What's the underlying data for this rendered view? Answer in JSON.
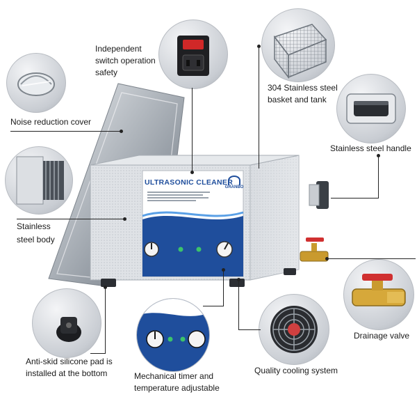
{
  "product": {
    "panel_title": "ULTRASONIC CLEANER",
    "brand": "GRANBO"
  },
  "features": {
    "independent_switch": "Independent\nswitch operation\nsafety",
    "noise_cover": "Noise reduction cover",
    "basket_tank": "304 Stainless steel\nbasket and tank",
    "handle": "Stainless steel handle",
    "body": "Stainless\nsteel body",
    "drainage": "Drainage valve",
    "pad": "Anti-skid silicone pad is\ninstalled at the bottom",
    "timer": "Mechanical timer and\ntemperature adjustable",
    "cooling": "Quality cooling system"
  },
  "colors": {
    "panel_blue": "#1f4e9c",
    "steel": "#c7ccd3",
    "brass": "#c99a2e"
  }
}
